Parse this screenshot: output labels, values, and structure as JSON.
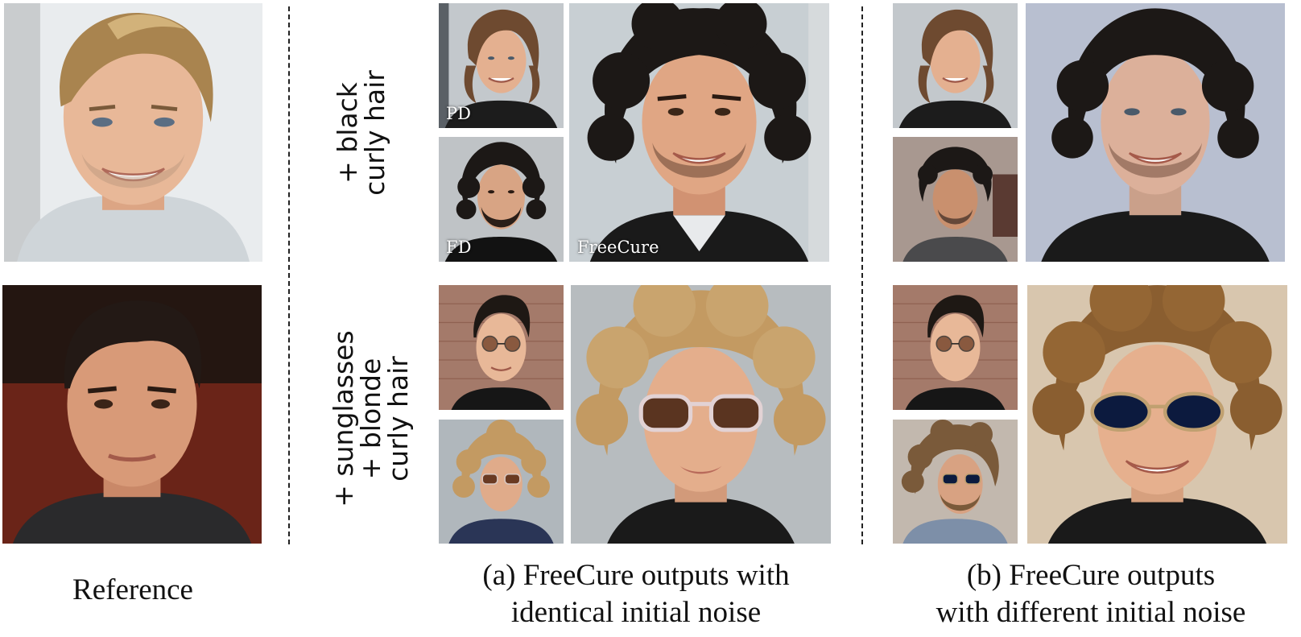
{
  "figure": {
    "reference_caption": "Reference",
    "caption_a_line1": "(a) FreeCure outputs with",
    "caption_a_line2": "identical initial noise",
    "caption_b_line1": "(b) FreeCure outputs",
    "caption_b_line2": "with different initial noise",
    "row1_label_line1": "+ black",
    "row1_label_line2": "curly hair",
    "row2_label_line1": "+ sunglasses",
    "row2_label_line2": "+ blonde",
    "row2_label_line3": "curly hair",
    "tag_pd": "PD",
    "tag_fd": "FD",
    "tag_freecure": "FreeCure"
  },
  "colors": {
    "skin_light": "#e8b898",
    "skin_tan": "#d9a07a",
    "hair_blonde": "#c39a62",
    "hair_black": "#1c1816",
    "hair_dark_brown": "#2e2420",
    "bg_white": "#e9ecee",
    "bg_red": "#6a2418",
    "bg_brick": "#a47a6a",
    "bg_grey": "#b7bcbf",
    "shirt_black": "#1a1a1a",
    "shirt_navy": "#2a3556",
    "sunglass_brown": "#6a3a22",
    "sunglass_navy": "#0c1a3e"
  }
}
